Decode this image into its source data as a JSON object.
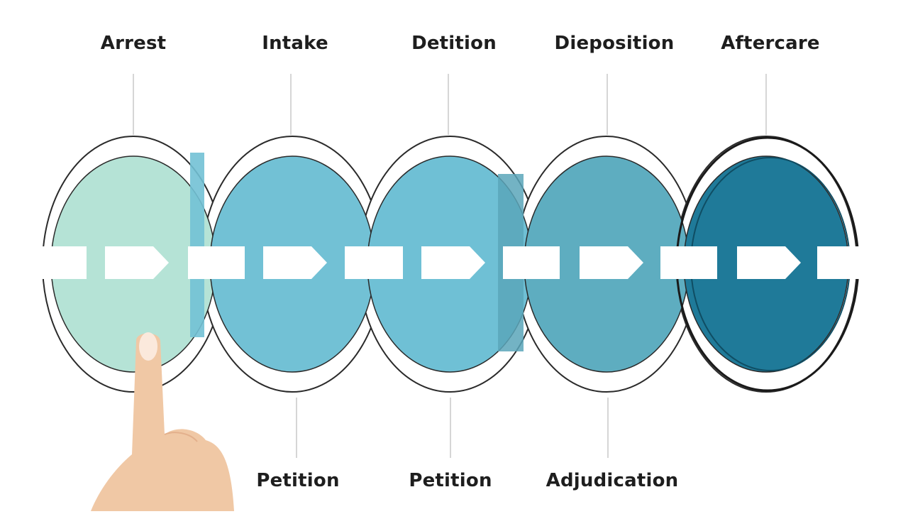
{
  "top_labels": [
    "Arrest",
    "Intake",
    "Detition",
    "Diepоsition",
    "Aftercare"
  ],
  "bottom_labels": [
    "Petition",
    "Petition",
    "Adjudication"
  ],
  "stage_colors": [
    "#b5e3d6",
    "#72c1d5",
    "#6fc0d5",
    "#5eadc0",
    "#1f7a99"
  ],
  "outline_color": "#2a2a2a",
  "skin_color": "#f0c8a5",
  "arrow_color": "#ffffff"
}
